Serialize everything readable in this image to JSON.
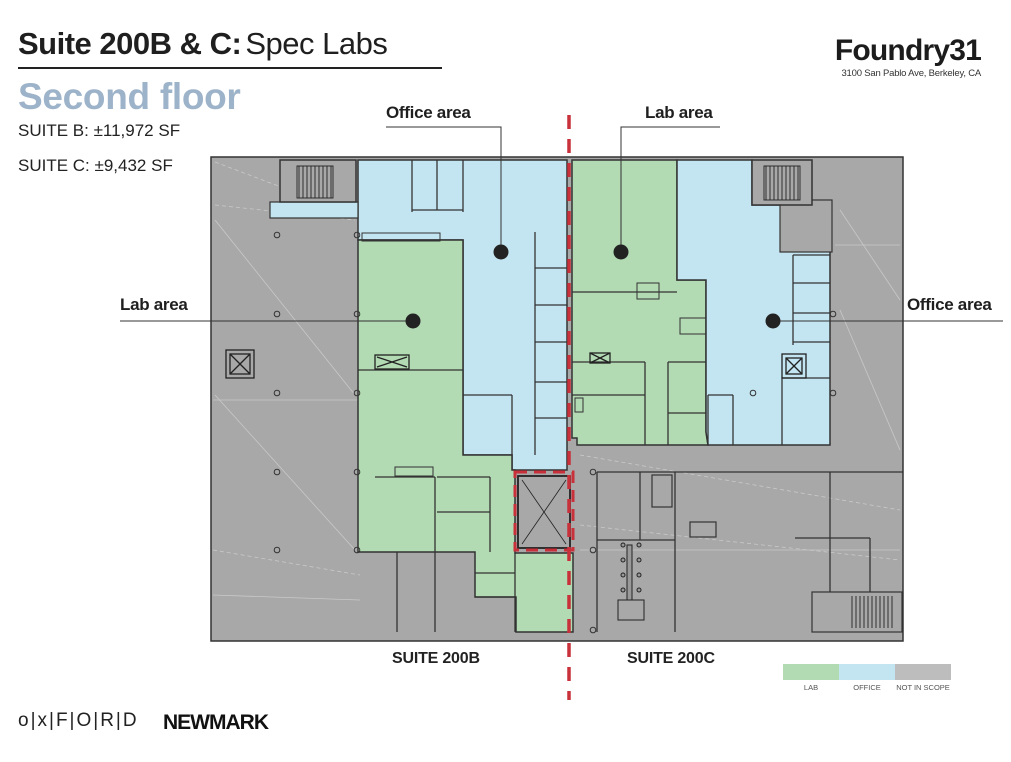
{
  "header": {
    "title_bold": "Suite 200B & C:",
    "title_light": "Spec Labs",
    "subtitle": "Second floor",
    "suite_b_area": "SUITE B: ±11,972 SF",
    "suite_c_area": "SUITE C: ±9,432 SF"
  },
  "brand": {
    "name": "Foundry31",
    "address": "3100 San Pablo Ave, Berkeley, CA"
  },
  "callouts": {
    "office_top": "Office area",
    "lab_top": "Lab area",
    "lab_left": "Lab area",
    "office_right": "Office area"
  },
  "suites": {
    "left": "SUITE 200B",
    "right": "SUITE 200C"
  },
  "legend": [
    {
      "label": "LAB",
      "color": "#b2dab3"
    },
    {
      "label": "OFFICE",
      "color": "#c3e5f1"
    },
    {
      "label": "NOT IN SCOPE",
      "color": "#bdbdbd"
    }
  ],
  "colors": {
    "lab": "#b2dab3",
    "office": "#c3e5f1",
    "not_in_scope": "#a8a8a8",
    "divider": "#c8303a",
    "subtitle": "#9db3c9"
  },
  "footer": {
    "logo_left": "o|x|F|O|R|D",
    "logo_right": "NEWMARK"
  }
}
